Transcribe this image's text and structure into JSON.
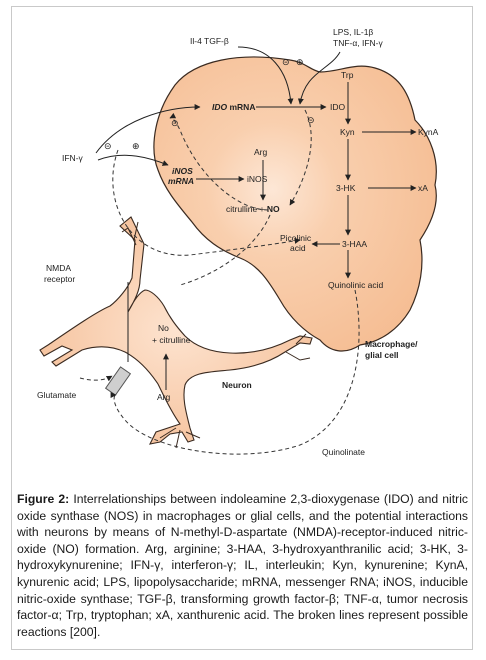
{
  "diagram": {
    "inputs_top": "Il-4 TGF-β",
    "inputs_right_1": "LPS, IL-1β",
    "inputs_right_2": "TNF-α, IFN-γ",
    "ifn_left": "IFN-γ",
    "sign_minus": "⊝",
    "sign_plus": "⊕",
    "ido_mrna": "IDO",
    "ido_mrna_suffix": " mRNA",
    "ido": "IDO",
    "trp": "Trp",
    "kyn": "Kyn",
    "kyna": "KynA",
    "hk3": "3-HK",
    "xa": "xA",
    "haa3": "3-HAA",
    "quinolinic_acid": "Quinolinic acid",
    "picolinic_acid_1": "Picolinic",
    "picolinic_acid_2": "acid",
    "arg": "Arg",
    "inos_mrna_1": "iNOS",
    "inos_mrna_2": "mRNA",
    "inos": "iNOS",
    "citrulline_no": "citrulline + ",
    "citrulline_no_bold": "NO",
    "nmda_1": "NMDA",
    "nmda_2": "receptor",
    "glutamate": "Glutamate",
    "neuron_no": "No",
    "neuron_citrulline": "+ citrulline",
    "neuron_arg": "Arg",
    "neuron": "Neuron",
    "macrophage_1": "Macrophage/",
    "macrophage_2": "glial cell",
    "quinolinate": "Quinolinate",
    "colors": {
      "cell_fill": "#f8c7a2",
      "cell_stroke": "#3a2a20",
      "line": "#222222"
    }
  },
  "caption": {
    "figure_label": "Figure 2:",
    "text": " Interrelationships between indoleamine 2,3-dioxygenase (IDO) and nitric oxide synthase (NOS) in macrophages or glial cells, and the potential interactions with neurons by means of N-methyl-D-aspartate (NMDA)-receptor-induced nitric-oxide (NO) formation. Arg, arginine; 3-HAA, 3-hydroxyanthranilic acid; 3-HK, 3-hydroxykynurenine; IFN-γ, interferon-γ; IL, interleukin; Kyn, kynurenine; KynA, kynurenic acid; LPS, lipopolysaccharide; mRNA, messenger RNA; iNOS, inducible nitric-oxide synthase; TGF-β, transforming growth factor-β; TNF-α, tumor necrosis factor-α; Trp, tryptophan; xA, xanthurenic acid. The broken lines represent possible reactions [200]."
  }
}
